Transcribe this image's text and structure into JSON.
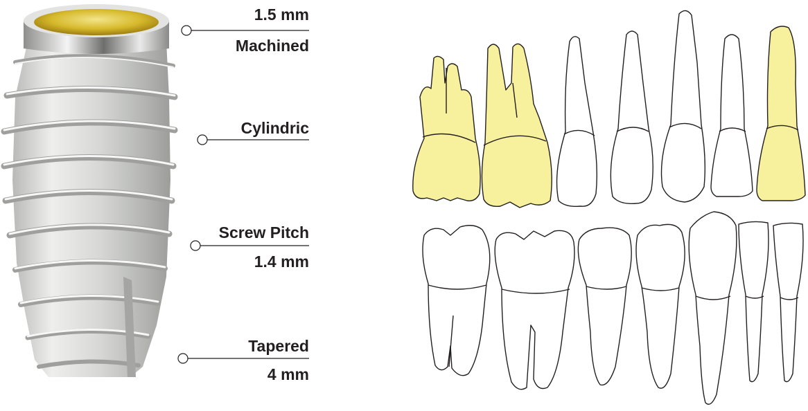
{
  "callouts": {
    "collar": {
      "line1": "1.5 mm",
      "line2": "Machined"
    },
    "body": {
      "line1": "Cylindric"
    },
    "thread": {
      "line1": "Screw Pitch",
      "line2": "1.4 mm"
    },
    "apex": {
      "line1": "Tapered",
      "line2": "4 mm"
    }
  },
  "colors": {
    "highlight_tooth": "#f7f09c",
    "outline": "#231f20",
    "implant_metal": "#d9d9d7",
    "implant_gold": "#c9a91a",
    "callout_line": "#231f20"
  },
  "teeth": {
    "upper": [
      "molar-highlighted",
      "molar-highlighted",
      "premolar",
      "premolar",
      "canine",
      "lateral-incisor",
      "central-incisor-highlighted"
    ],
    "lower": [
      "molar",
      "molar",
      "premolar",
      "premolar",
      "canine",
      "lateral-incisor",
      "central-incisor"
    ]
  }
}
